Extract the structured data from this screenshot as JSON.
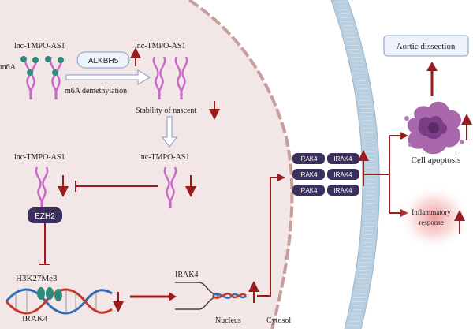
{
  "labels": {
    "lnc_top_left": "lnc-TMPO-AS1",
    "m6a": "m6A",
    "lnc_top_right": "lnc-TMPO-AS1",
    "alkbh5": "ALKBH5",
    "m6a_demethylation": "m6A demethylation",
    "stability": "Stability of nascent",
    "lnc_mid_right": "lnc-TMPO-AS1",
    "lnc_mid_left": "lnc-TMPO-AS1",
    "ezh2": "EZH2",
    "h3k27me3": "H3K27Me3",
    "irak4_gene": "IRAK4",
    "irak4_mrna": "IRAK4",
    "irak4_protein": "IRAK4",
    "aortic_dissection": "Aortic dissection",
    "cell_apoptosis": "Cell apoptosis",
    "inflammatory": "Inflammatory",
    "response": "response",
    "nucleus": "Nucleus",
    "cytosol": "Cytosol"
  },
  "colors": {
    "nucleus_fill": "#f2e6e6",
    "nuclear_membrane": "#c79e9a",
    "cell_membrane": "#b9cfe0",
    "rna_pink": "#c86ac8",
    "m6a_bead": "#2e8b7a",
    "arrow_red": "#9b1c1c",
    "alkbh5_fill": "#eef3fb",
    "alkbh5_stroke": "#7f9bc4",
    "protein_fill": "#3b2f5e",
    "aortic_box_fill": "#eef3fb",
    "aortic_box_stroke": "#7f9bc4",
    "apoptotic_cell": "#a460a8",
    "inflammation_glow": "#ef8e8e",
    "label_tan": "#b79c8c"
  }
}
